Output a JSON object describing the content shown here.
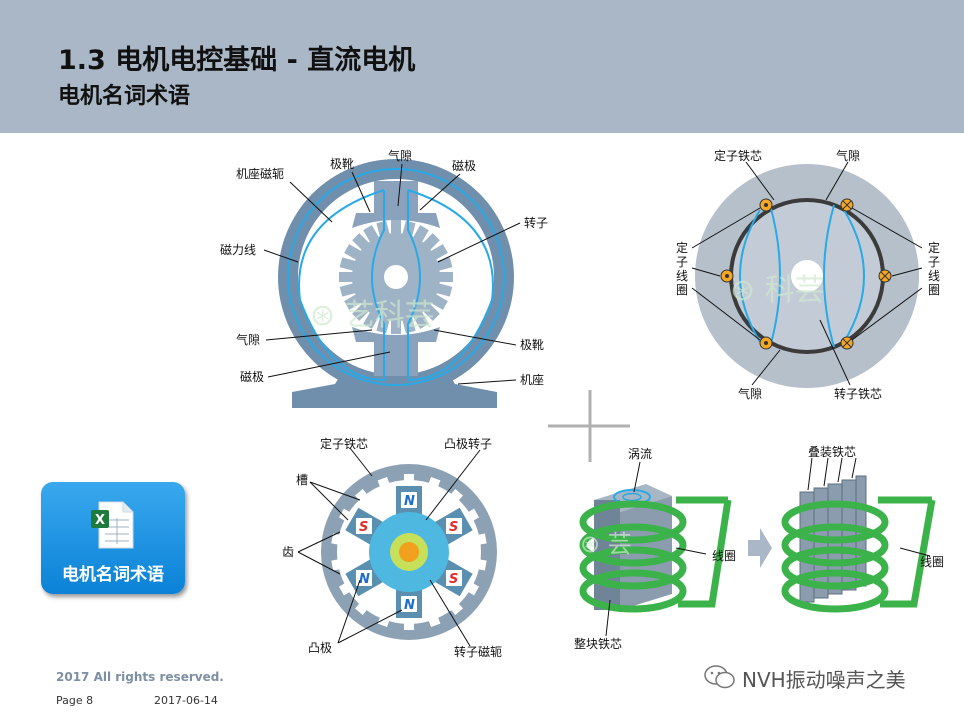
{
  "header": {
    "title": "1.3 电机电控基础 - 直流电机",
    "subtitle": "电机名词术语"
  },
  "diagram_dc_motor": {
    "labels": {
      "yoke": "机座磁轭",
      "pole_shoe_top": "极靴",
      "air_gap_top": "气隙",
      "pole_top": "磁极",
      "rotor": "转子",
      "flux_line": "磁力线",
      "air_gap_bottom": "气隙",
      "pole_shoe_bottom": "极靴",
      "pole_bottom": "磁极",
      "frame": "机座"
    }
  },
  "diagram_stator_winding": {
    "labels": {
      "stator_core": "定子铁芯",
      "air_gap_top": "气隙",
      "stator_coil_left": "定子线圈",
      "stator_coil_right": "定子线圈",
      "air_gap_bottom": "气隙",
      "rotor_core": "转子铁芯"
    }
  },
  "diagram_salient_rotor": {
    "labels": {
      "stator_core": "定子铁芯",
      "salient_rotor": "凸极转子",
      "slot": "槽",
      "tooth": "齿",
      "salient_pole": "凸极",
      "rotor_yoke": "转子磁轭"
    },
    "poles": [
      "N",
      "S",
      "S",
      "N",
      "N",
      "S"
    ]
  },
  "diagram_laminated_core": {
    "labels": {
      "eddy_current": "涡流",
      "laminated_core": "叠装铁芯",
      "coil_left": "线圈",
      "coil_right": "线圈",
      "solid_core": "整块铁芯"
    }
  },
  "icon_card": {
    "label": "电机名词术语",
    "icon": "excel-file-icon"
  },
  "footer": {
    "copyright": "2017 All rights reserved.",
    "page": "Page 8",
    "date": "2017-06-14"
  },
  "watermark": {
    "text": "NVH振动噪声之美",
    "icon": "wechat-icon"
  },
  "colors": {
    "header_bg": "#a9b7c6",
    "flux_line": "#29a9e6",
    "steel": "#6f8fad",
    "coil_green": "#3cb34a",
    "pole_N": "#1e6ec8",
    "pole_S": "#e32b2b"
  }
}
